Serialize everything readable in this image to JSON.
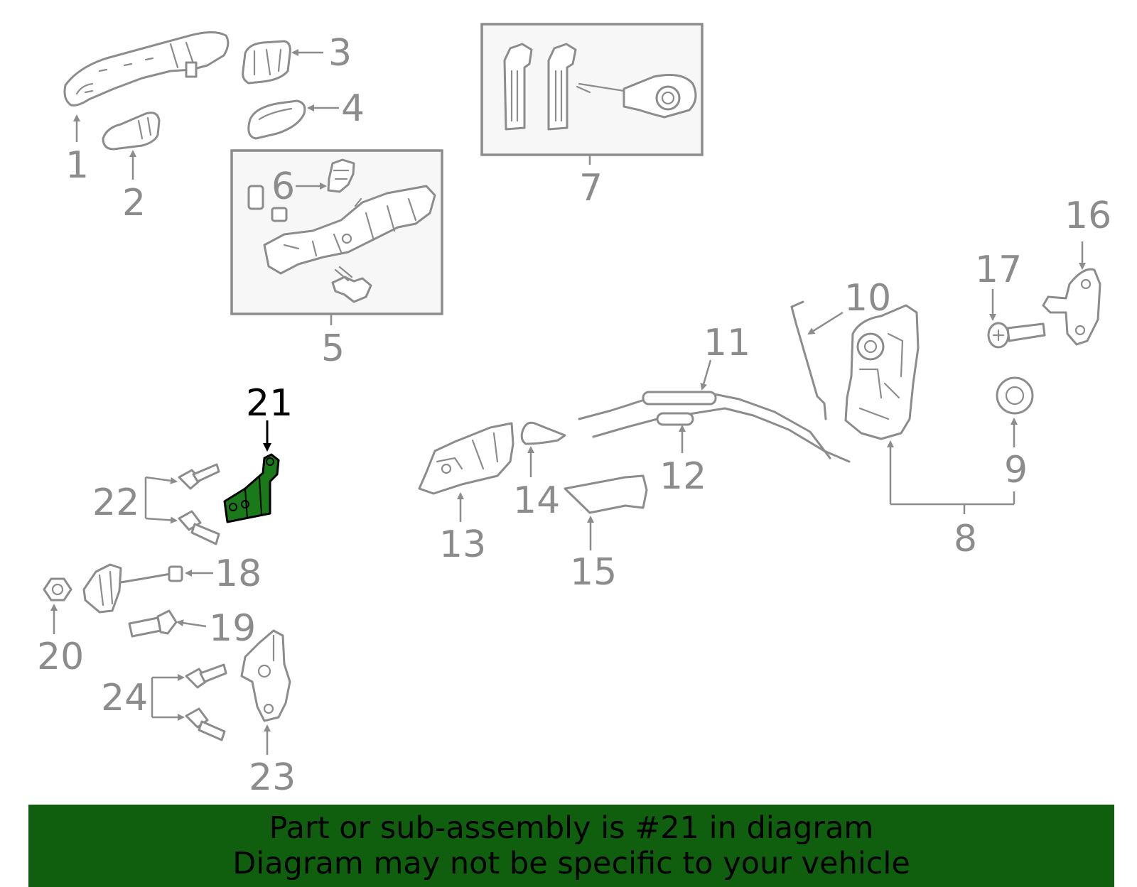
{
  "diagram": {
    "highlight_color": "#1a7a1a",
    "label_color": "#8c8c8c",
    "highlighted_part": "21",
    "callouts": [
      "1",
      "2",
      "3",
      "4",
      "5",
      "6",
      "7",
      "8",
      "9",
      "10",
      "11",
      "12",
      "13",
      "14",
      "15",
      "16",
      "17",
      "18",
      "19",
      "20",
      "21",
      "22",
      "23",
      "24"
    ]
  },
  "banner": {
    "background": "#0f5f0f",
    "line1": "Part or sub-assembly is #21 in diagram",
    "line2": "Diagram may not be specific to your vehicle"
  }
}
